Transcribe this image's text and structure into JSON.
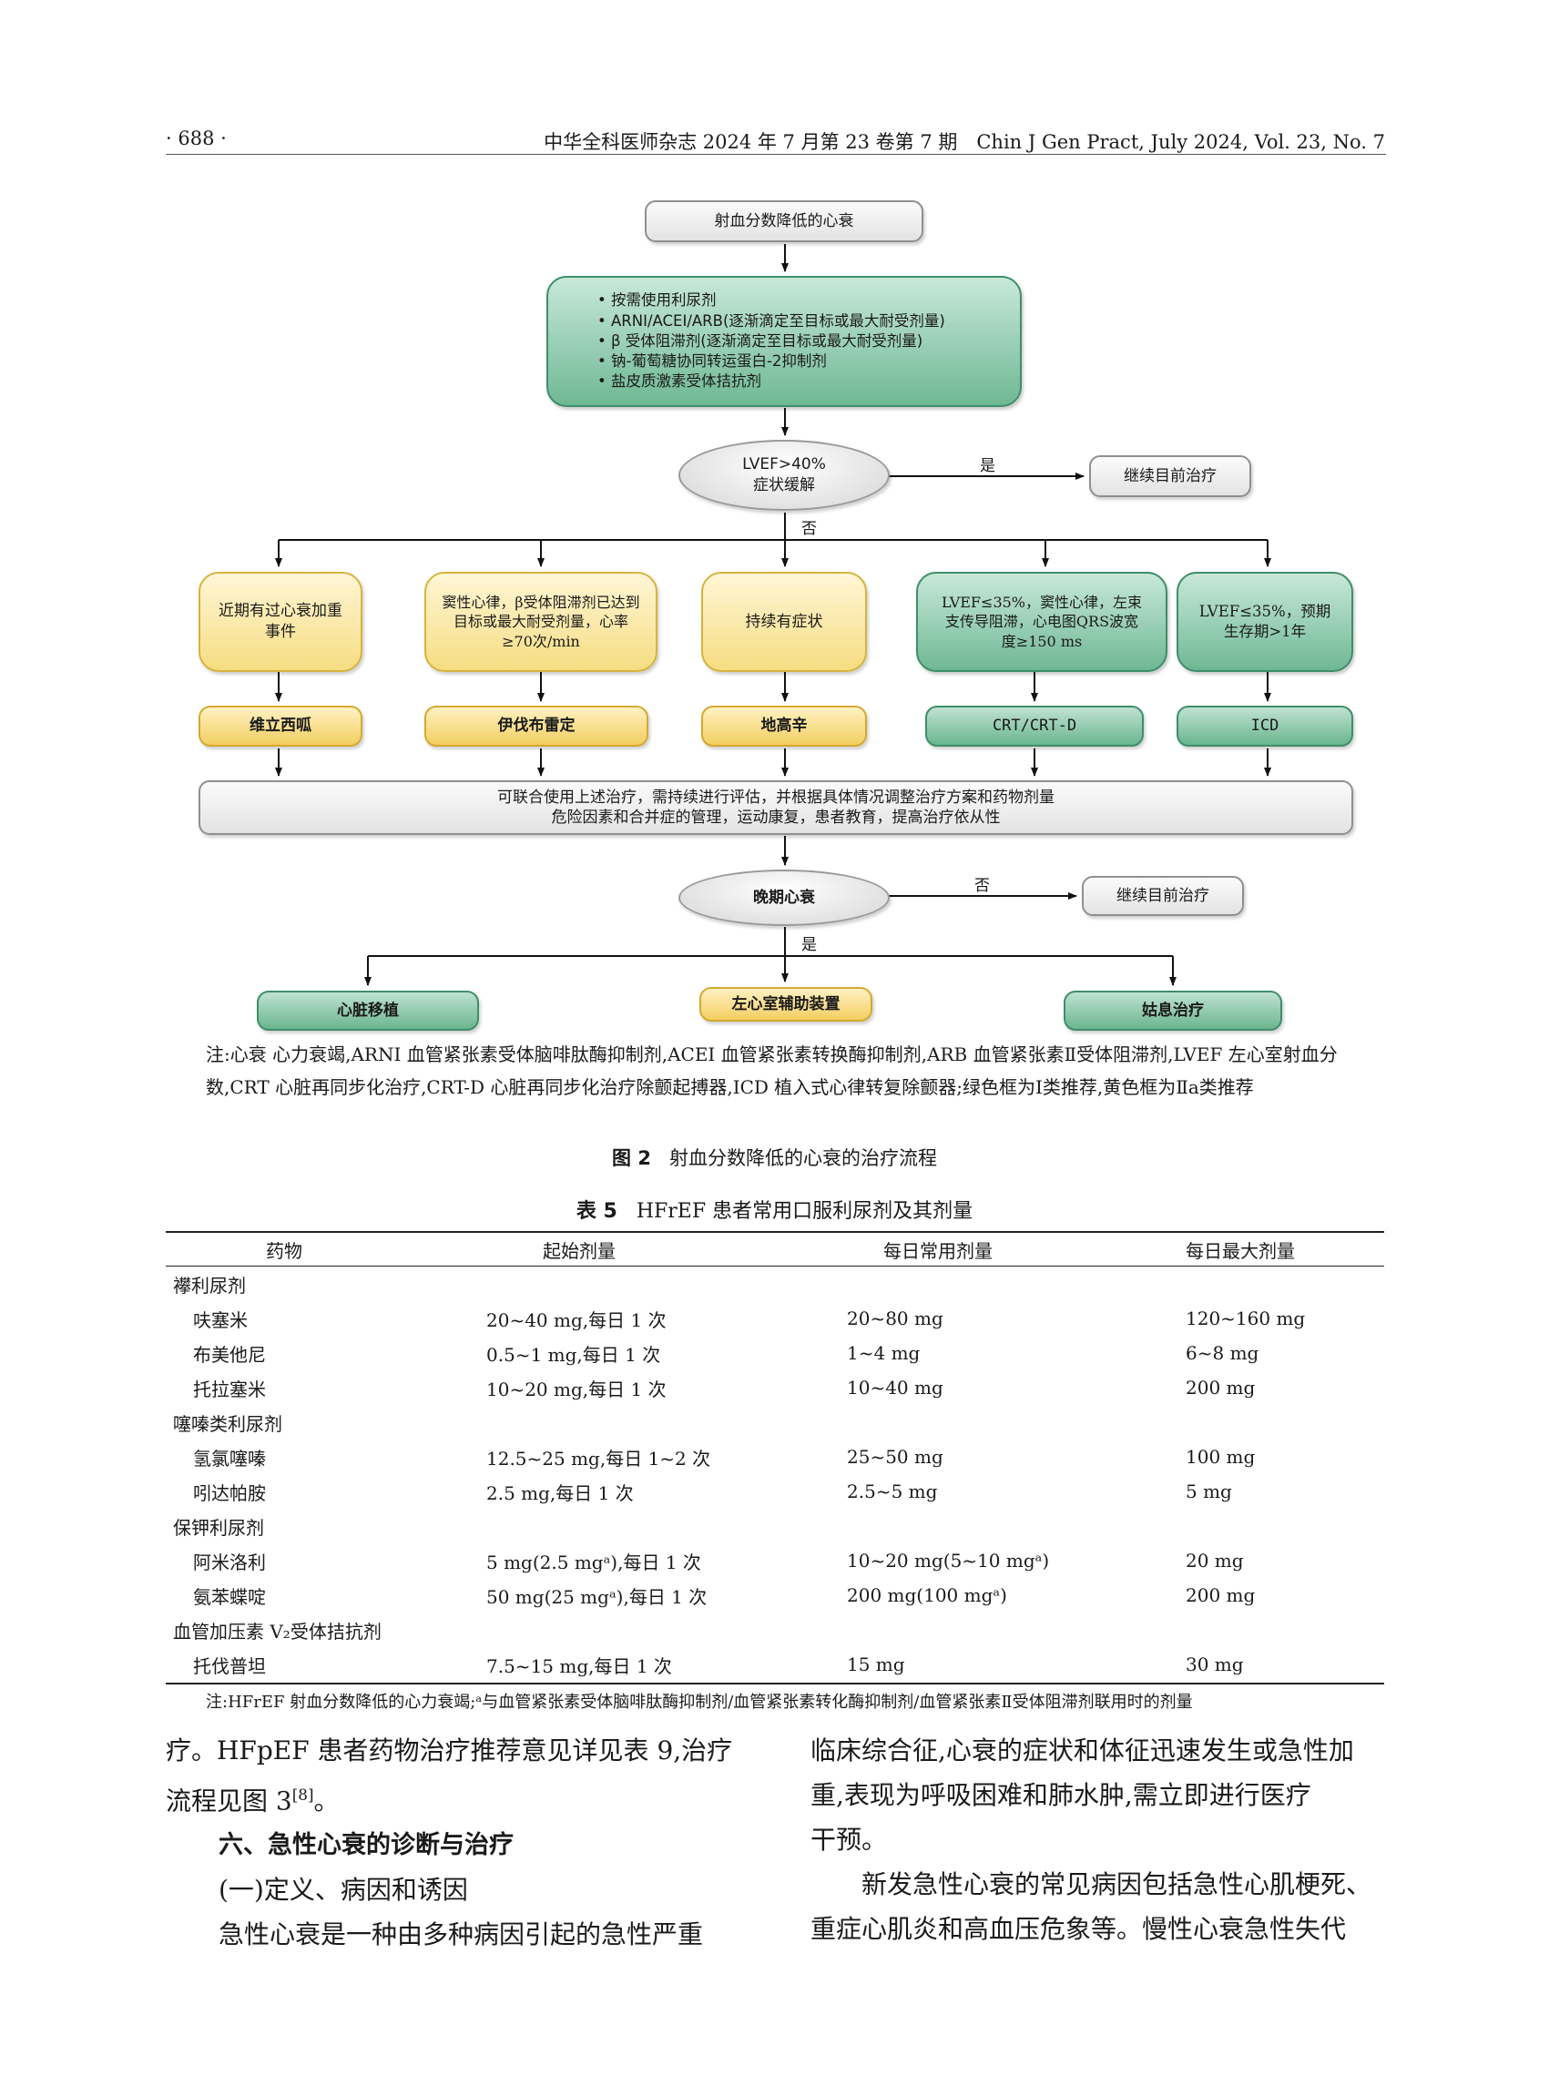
{
  "header": {
    "page_number": "· 688 ·",
    "journal": "中华全科医师杂志 2024 年 7 月第 23 卷第 7 期　Chin J Gen Pract, July 2024, Vol. 23, No. 7"
  },
  "figure": {
    "title_box": "射血分数降低的心衰",
    "base_therapy": [
      "按需使用利尿剂",
      "ARNI/ACEI/ARB(逐渐滴定至目标或最大耐受剂量)",
      "β 受体阻滞剂(逐渐滴定至目标或最大耐受剂量)",
      "钠-葡萄糖协同转运蛋白-2抑制剂",
      "盐皮质激素受体拮抗剂"
    ],
    "decision1_line1": "LVEF>40%",
    "decision1_line2": "症状缓解",
    "yes1": "是",
    "continue1": "继续目前治疗",
    "no1": "否",
    "cond1": "近期有过心衰加重事件",
    "cond2": "窦性心律，β受体阻滞剂已达到目标或最大耐受剂量，心率≥70次/min",
    "cond3": "持续有症状",
    "cond4": "LVEF≤35%，窦性心律，左束支传导阻滞，心电图QRS波宽度≥150 ms",
    "cond5": "LVEF≤35%，预期生存期>1年",
    "rx1": "维立西呱",
    "rx2": "伊伐布雷定",
    "rx3": "地高辛",
    "rx4": "CRT/CRT-D",
    "rx5": "ICD",
    "combo_line1": "可联合使用上述治疗，需持续进行评估，并根据具体情况调整治疗方案和药物剂量",
    "combo_line2": "危险因素和合并症的管理，运动康复，患者教育，提高治疗依从性",
    "decision2": "晚期心衰",
    "no2": "否",
    "continue2": "继续目前治疗",
    "yes2": "是",
    "end1": "心脏移植",
    "end2": "左心室辅助装置",
    "end3": "姑息治疗",
    "note": "注:心衰 心力衰竭,ARNI 血管紧张素受体脑啡肽酶抑制剂,ACEI 血管紧张素转换酶抑制剂,ARB 血管紧张素Ⅱ受体阻滞剂,LVEF 左心室射血分数,CRT 心脏再同步化治疗,CRT-D 心脏再同步化治疗除颤起搏器,ICD 植入式心律转复除颤器;绿色框为Ⅰ类推荐,黄色框为Ⅱa类推荐",
    "caption_label": "图 2",
    "caption_text": "射血分数降低的心衰的治疗流程"
  },
  "table": {
    "caption_label": "表 5",
    "caption_text": "HFrEF 患者常用口服利尿剂及其剂量",
    "headers": [
      "药物",
      "起始剂量",
      "每日常用剂量",
      "每日最大剂量"
    ],
    "rows": [
      {
        "group": "襻利尿剂"
      },
      {
        "drug": "呋塞米",
        "start": "20~40 mg,每日 1 次",
        "usual": "20~80 mg",
        "max": "120~160 mg"
      },
      {
        "drug": "布美他尼",
        "start": "0.5~1 mg,每日 1 次",
        "usual": "1~4 mg",
        "max": "6~8 mg"
      },
      {
        "drug": "托拉塞米",
        "start": "10~20 mg,每日 1 次",
        "usual": "10~40 mg",
        "max": "200 mg"
      },
      {
        "group": "噻嗪类利尿剂"
      },
      {
        "drug": "氢氯噻嗪",
        "start": "12.5~25 mg,每日 1~2 次",
        "usual": "25~50 mg",
        "max": "100 mg"
      },
      {
        "drug": "吲达帕胺",
        "start": "2.5 mg,每日 1 次",
        "usual": "2.5~5 mg",
        "max": "5 mg"
      },
      {
        "group": "保钾利尿剂"
      },
      {
        "drug": "阿米洛利",
        "start": "5 mg(2.5 mgᵃ),每日 1 次",
        "usual": "10~20 mg(5~10 mgᵃ)",
        "max": "20 mg"
      },
      {
        "drug": "氨苯蝶啶",
        "start": "50 mg(25 mgᵃ),每日 1 次",
        "usual": "200 mg(100 mgᵃ)",
        "max": "200 mg"
      },
      {
        "group": "血管加压素 V₂受体拮抗剂"
      },
      {
        "drug": "托伐普坦",
        "start": "7.5~15 mg,每日 1 次",
        "usual": "15 mg",
        "max": "30 mg"
      }
    ],
    "note": "注:HFrEF 射血分数降低的心力衰竭;ᵃ与血管紧张素受体脑啡肽酶抑制剂/血管紧张素转化酶抑制剂/血管紧张素Ⅱ受体阻滞剂联用时的剂量"
  },
  "body": {
    "left": {
      "line1": "疗。HFpEF 患者药物治疗推荐意见详见表 9,治疗",
      "line2_text": "流程见图 3",
      "line2_ref": "[8]",
      "line2_end": "。",
      "section": "六、急性心衰的诊断与治疗",
      "subsection": "(一)定义、病因和诱因",
      "line5": "急性心衰是一种由多种病因引起的急性严重"
    },
    "right": {
      "line1": "临床综合征,心衰的症状和体征迅速发生或急性加",
      "line2": "重,表现为呼吸困难和肺水肿,需立即进行医疗",
      "line3": "干预。",
      "line4": "新发急性心衰的常见病因包括急性心肌梗死、",
      "line5": "重症心肌炎和高血压危象等。慢性心衰急性失代"
    }
  }
}
